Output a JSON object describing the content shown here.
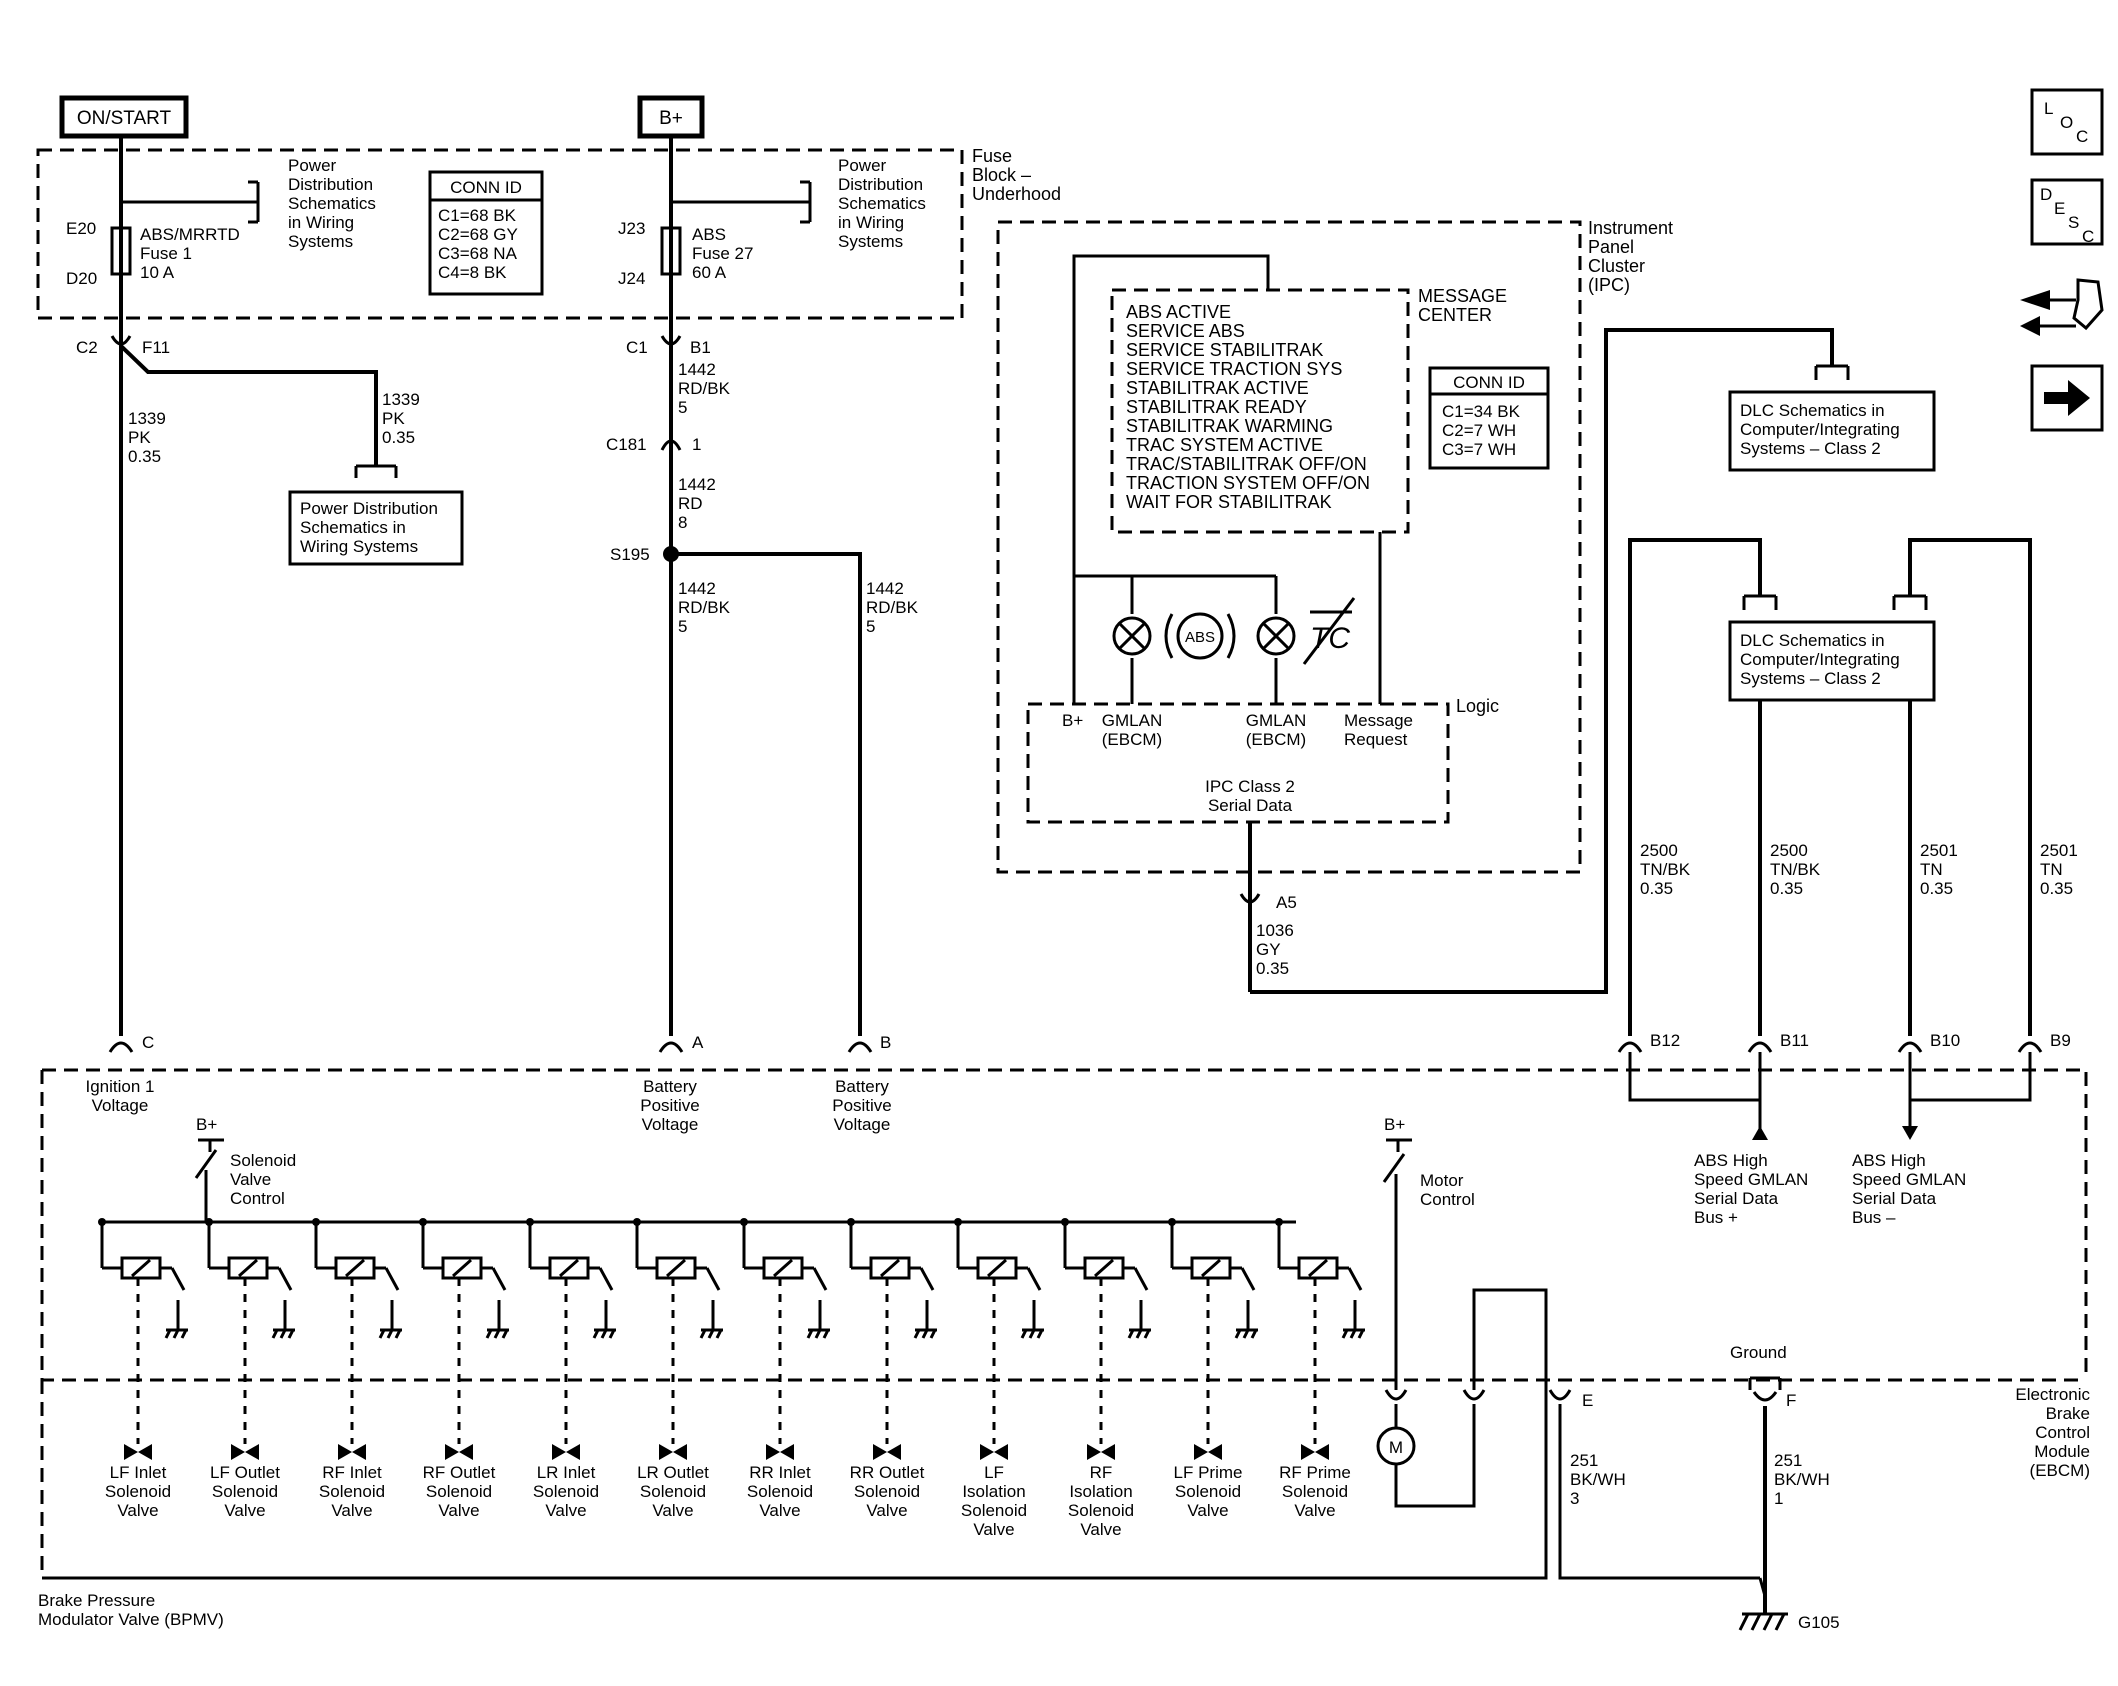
{
  "power": {
    "on_start": "ON/START",
    "bplus": "B+"
  },
  "fuse_block": {
    "label": [
      "Fuse",
      "Block –",
      "Underhood"
    ]
  },
  "fuse1": {
    "top_pin": "E20",
    "bottom_pin": "D20",
    "lines": [
      "ABS/MRRTD",
      "Fuse 1",
      "10 A"
    ]
  },
  "fuse27": {
    "top_pin": "J23",
    "bottom_pin": "J24",
    "lines": [
      "ABS",
      "Fuse 27",
      "60 A"
    ]
  },
  "power_dist_ref": [
    "Power",
    "Distribution",
    "Schematics",
    "in Wiring",
    "Systems"
  ],
  "conn_id_1": {
    "title": "CONN ID",
    "lines": [
      "C1=68 BK",
      "C2=68 GY",
      "C3=68 NA",
      "C4=8 BK"
    ]
  },
  "conn_id_2": {
    "title": "CONN ID",
    "lines": [
      "C1=34 BK",
      "C2=7 WH",
      "C3=7 WH"
    ]
  },
  "connectors": {
    "c2": "C2",
    "f11": "F11",
    "c1": "C1",
    "b1": "B1",
    "c181": "C181",
    "c181_pin": "1",
    "s195": "S195",
    "a5": "A5"
  },
  "wires": {
    "w1339_right": [
      "1339",
      "PK",
      "0.35"
    ],
    "w1339_left": [
      "1339",
      "PK",
      "0.35"
    ],
    "w1442_a": [
      "1442",
      "RD/BK",
      "5"
    ],
    "w1442_b": [
      "1442",
      "RD",
      "8"
    ],
    "w1442_c": [
      "1442",
      "RD/BK",
      "5"
    ],
    "w1442_d": [
      "1442",
      "RD/BK",
      "5"
    ],
    "w1036": [
      "1036",
      "GY",
      "0.35"
    ],
    "w2500_a": [
      "2500",
      "TN/BK",
      "0.35"
    ],
    "w2500_b": [
      "2500",
      "TN/BK",
      "0.35"
    ],
    "w2501_a": [
      "2501",
      "TN",
      "0.35"
    ],
    "w2501_b": [
      "2501",
      "TN",
      "0.35"
    ],
    "w251_a": [
      "251",
      "BK/WH",
      "3"
    ],
    "w251_b": [
      "251",
      "BK/WH",
      "1"
    ]
  },
  "power_dist_box": [
    "Power Distribution",
    "Schematics in",
    "Wiring Systems"
  ],
  "ipc": {
    "label": [
      "Instrument",
      "Panel",
      "Cluster",
      "(IPC)"
    ],
    "message_center": [
      "MESSAGE",
      "CENTER"
    ],
    "logic": "Logic"
  },
  "messages": [
    "ABS ACTIVE",
    "SERVICE ABS",
    "SERVICE STABILITRAK",
    "SERVICE TRACTION SYS",
    "STABILITRAK ACTIVE",
    "STABILITRAK READY",
    "STABILITRAK WARMING",
    "TRAC SYSTEM ACTIVE",
    "TRAC/STABILITRAK OFF/ON",
    "TRACTION SYSTEM OFF/ON",
    "WAIT FOR STABILITRAK"
  ],
  "logic_inputs": {
    "bplus": "B+",
    "gmlan1": [
      "GMLAN",
      "(EBCM)"
    ],
    "gmlan2": [
      "GMLAN",
      "(EBCM)"
    ],
    "msg_req": [
      "Message",
      "Request"
    ]
  },
  "ipc_serial": [
    "IPC Class 2",
    "Serial Data"
  ],
  "lamps": {
    "abs": "ABS",
    "tc": "TC"
  },
  "dlc": [
    "DLC Schematics in",
    "Computer/Integrating",
    "Systems – Class 2"
  ],
  "ebcm_pins": {
    "c": "C",
    "a": "A",
    "b": "B",
    "b12": "B12",
    "b11": "B11",
    "b10": "B10",
    "b9": "B9",
    "e": "E",
    "f": "F"
  },
  "ebcm_inputs": {
    "ign": [
      "Ignition 1",
      "Voltage"
    ],
    "bat1": [
      "Battery",
      "Positive",
      "Voltage"
    ],
    "bat2": [
      "Battery",
      "Positive",
      "Voltage"
    ]
  },
  "bus_plus": [
    "ABS High",
    "Speed GMLAN",
    "Serial Data",
    "Bus +"
  ],
  "bus_minus": [
    "ABS High",
    "Speed GMLAN",
    "Serial Data",
    "Bus –"
  ],
  "solenoid_ctrl": {
    "bplus": "B+",
    "label": [
      "Solenoid",
      "Valve",
      "Control"
    ]
  },
  "motor_ctrl": {
    "bplus": "B+",
    "label": [
      "Motor",
      "Control"
    ],
    "motor": "M"
  },
  "ground_label": "Ground",
  "ebcm_label": [
    "Electronic",
    "Brake",
    "Control",
    "Module",
    "(EBCM)"
  ],
  "bpmv_label": [
    "Brake Pressure",
    "Modulator Valve (BPMV)"
  ],
  "g105": "G105",
  "valves": [
    [
      "LF Inlet",
      "Solenoid",
      "Valve"
    ],
    [
      "LF Outlet",
      "Solenoid",
      "Valve"
    ],
    [
      "RF Inlet",
      "Solenoid",
      "Valve"
    ],
    [
      "RF Outlet",
      "Solenoid",
      "Valve"
    ],
    [
      "LR Inlet",
      "Solenoid",
      "Valve"
    ],
    [
      "LR Outlet",
      "Solenoid",
      "Valve"
    ],
    [
      "RR Inlet",
      "Solenoid",
      "Valve"
    ],
    [
      "RR Outlet",
      "Solenoid",
      "Valve"
    ],
    [
      "LF",
      "Isolation",
      "Solenoid",
      "Valve"
    ],
    [
      "RF",
      "Isolation",
      "Solenoid",
      "Valve"
    ],
    [
      "LF Prime",
      "Solenoid",
      "Valve"
    ],
    [
      "RF Prime",
      "Solenoid",
      "Valve"
    ]
  ],
  "nav": {
    "loc": [
      "L",
      "O",
      "C"
    ],
    "desc": [
      "D",
      "E",
      "S",
      "C"
    ],
    "icons": [
      "connector-view-icon",
      "next-arrow-icon"
    ]
  }
}
